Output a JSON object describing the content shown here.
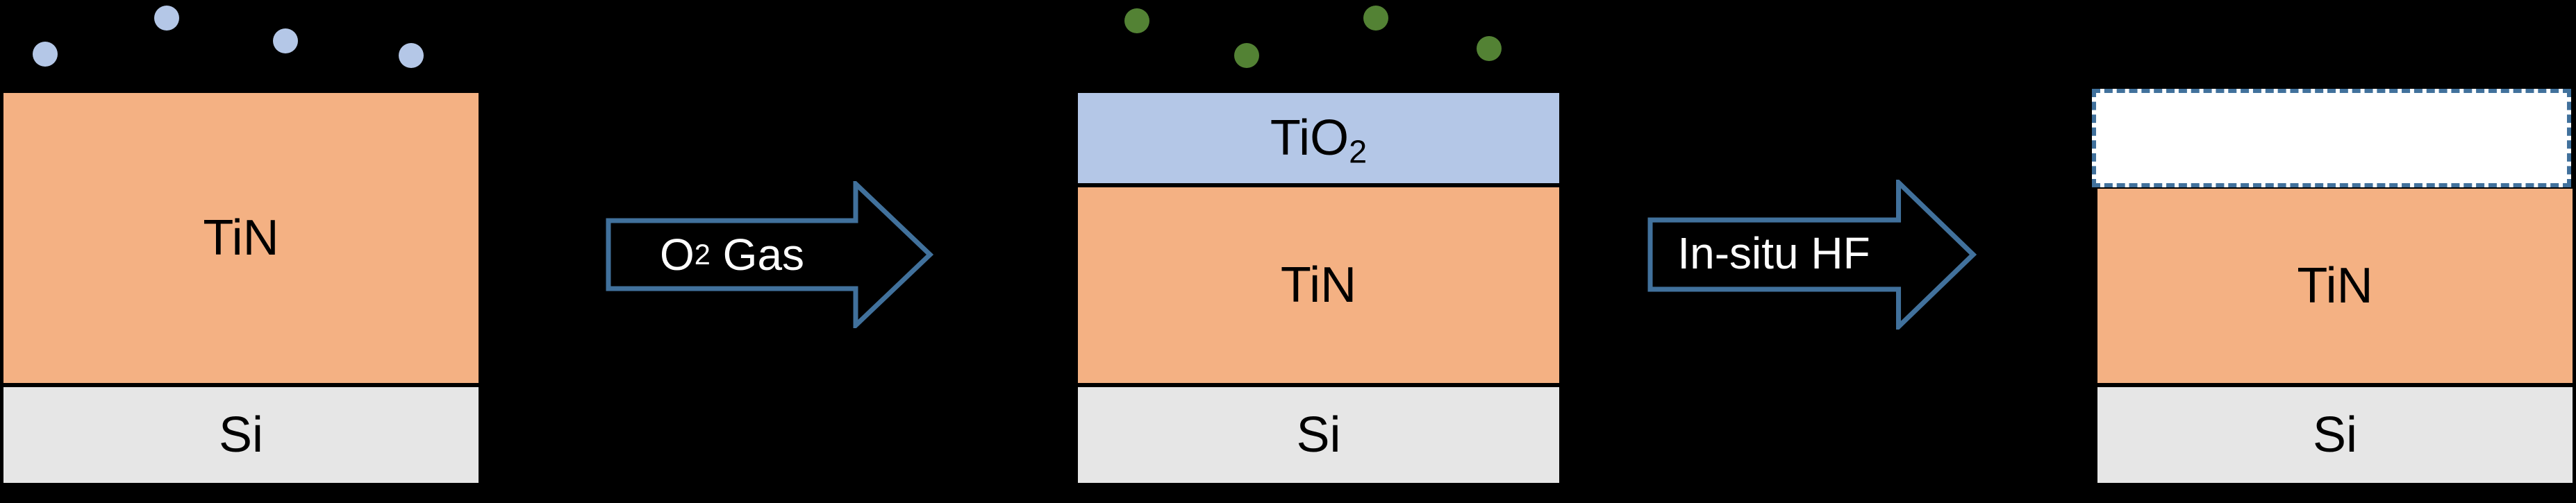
{
  "colors": {
    "background": "#000000",
    "tin_fill": "#F4B183",
    "si_fill": "#E6E6E6",
    "tio2_fill": "#B4C7E7",
    "o2_dot": "#B4C7E7",
    "hf_dot": "#538234",
    "arrow_stroke": "#41719C",
    "arrow_text": "#FFFFFF",
    "label_text": "#000000",
    "removed_fill": "#FFFFFF",
    "removed_border": "#41719C"
  },
  "stacks": {
    "before": {
      "tin_label": "TiN",
      "si_label": "Si"
    },
    "oxidized": {
      "tio2_base": "TiO",
      "tio2_sub": "2",
      "tin_label": "TiN",
      "si_label": "Si"
    },
    "etched": {
      "tin_label": "TiN",
      "si_label": "Si"
    }
  },
  "arrows": {
    "o2_gas": {
      "base": "O",
      "sub": "2",
      "rest": " Gas"
    },
    "in_situ_hf": {
      "label": "In-situ HF"
    }
  }
}
